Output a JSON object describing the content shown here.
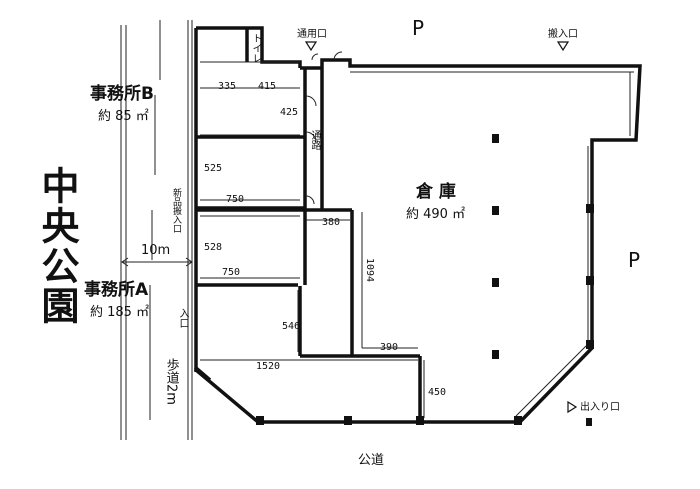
{
  "park": "中央公園",
  "office_b": {
    "name": "事務所B",
    "area": "約 85 ㎡"
  },
  "office_a": {
    "name": "事務所A",
    "area": "約 185 ㎡"
  },
  "warehouse": {
    "name": "倉 庫",
    "area": "約 490 ㎡"
  },
  "toilet": "トイレ",
  "passage": "通路",
  "employee_entrance": "通用口",
  "loading_entrance": "搬入口",
  "new_goods_entrance": "新品搬入口",
  "entrance": "入口",
  "exit_entrance": "出入り口",
  "parking_top": "P",
  "parking_right": "P",
  "public_road": "公道",
  "sidewalk": "歩道2m",
  "setback": "10m",
  "dimensions": {
    "d335": "335",
    "d415": "415",
    "d425": "425",
    "d525": "525",
    "d750a": "750",
    "d380": "380",
    "d528": "528",
    "d750b": "750",
    "d1094": "1094",
    "d546": "546",
    "d390": "390",
    "d1520": "1520",
    "d450": "450"
  }
}
